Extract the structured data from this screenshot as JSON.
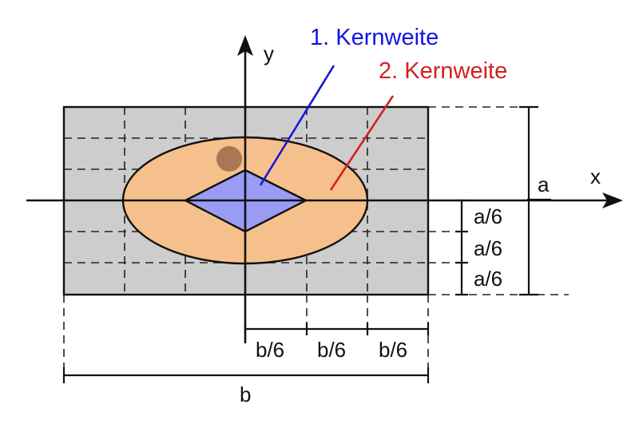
{
  "labels": {
    "kern1": "1. Kernweite",
    "kern2": "2. Kernweite",
    "axis_y": "y",
    "axis_x": "x",
    "dim_a": "a",
    "dim_b": "b",
    "a6_1": "a/6",
    "a6_2": "a/6",
    "a6_3": "a/6",
    "b6_1": "b/6",
    "b6_2": "b/6",
    "b6_3": "b/6"
  },
  "colors": {
    "rect_fill": "#cdcdcd",
    "ellipse_fill": "#f6c08c",
    "diamond_fill": "#9a9cf4",
    "kern1_color": "#1414e0",
    "kern2_color": "#d42020",
    "point_color": "#9a6b4a"
  }
}
